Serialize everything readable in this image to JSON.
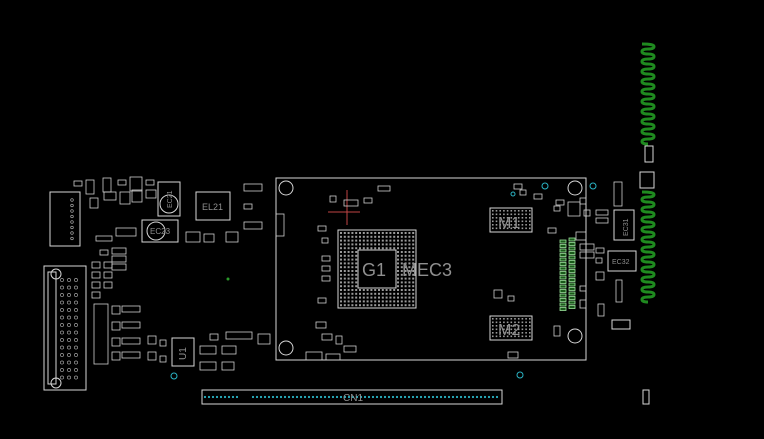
{
  "board": {
    "background": "#000000",
    "outline_color": "#d6d6d6",
    "label_color": "#8f8f8f",
    "antenna_color": "#1f8a1f",
    "pin_accent_color": "#2ab4c4"
  },
  "labels": {
    "g1": "G1",
    "mec3": "MEC3",
    "m1": "M1",
    "m2": "M2",
    "cn1": "CN1",
    "el21": "EL21",
    "ec23": "EC23",
    "ec21": "EC21",
    "u1": "U1",
    "ec31": "EC31",
    "ec32": "EC32"
  }
}
